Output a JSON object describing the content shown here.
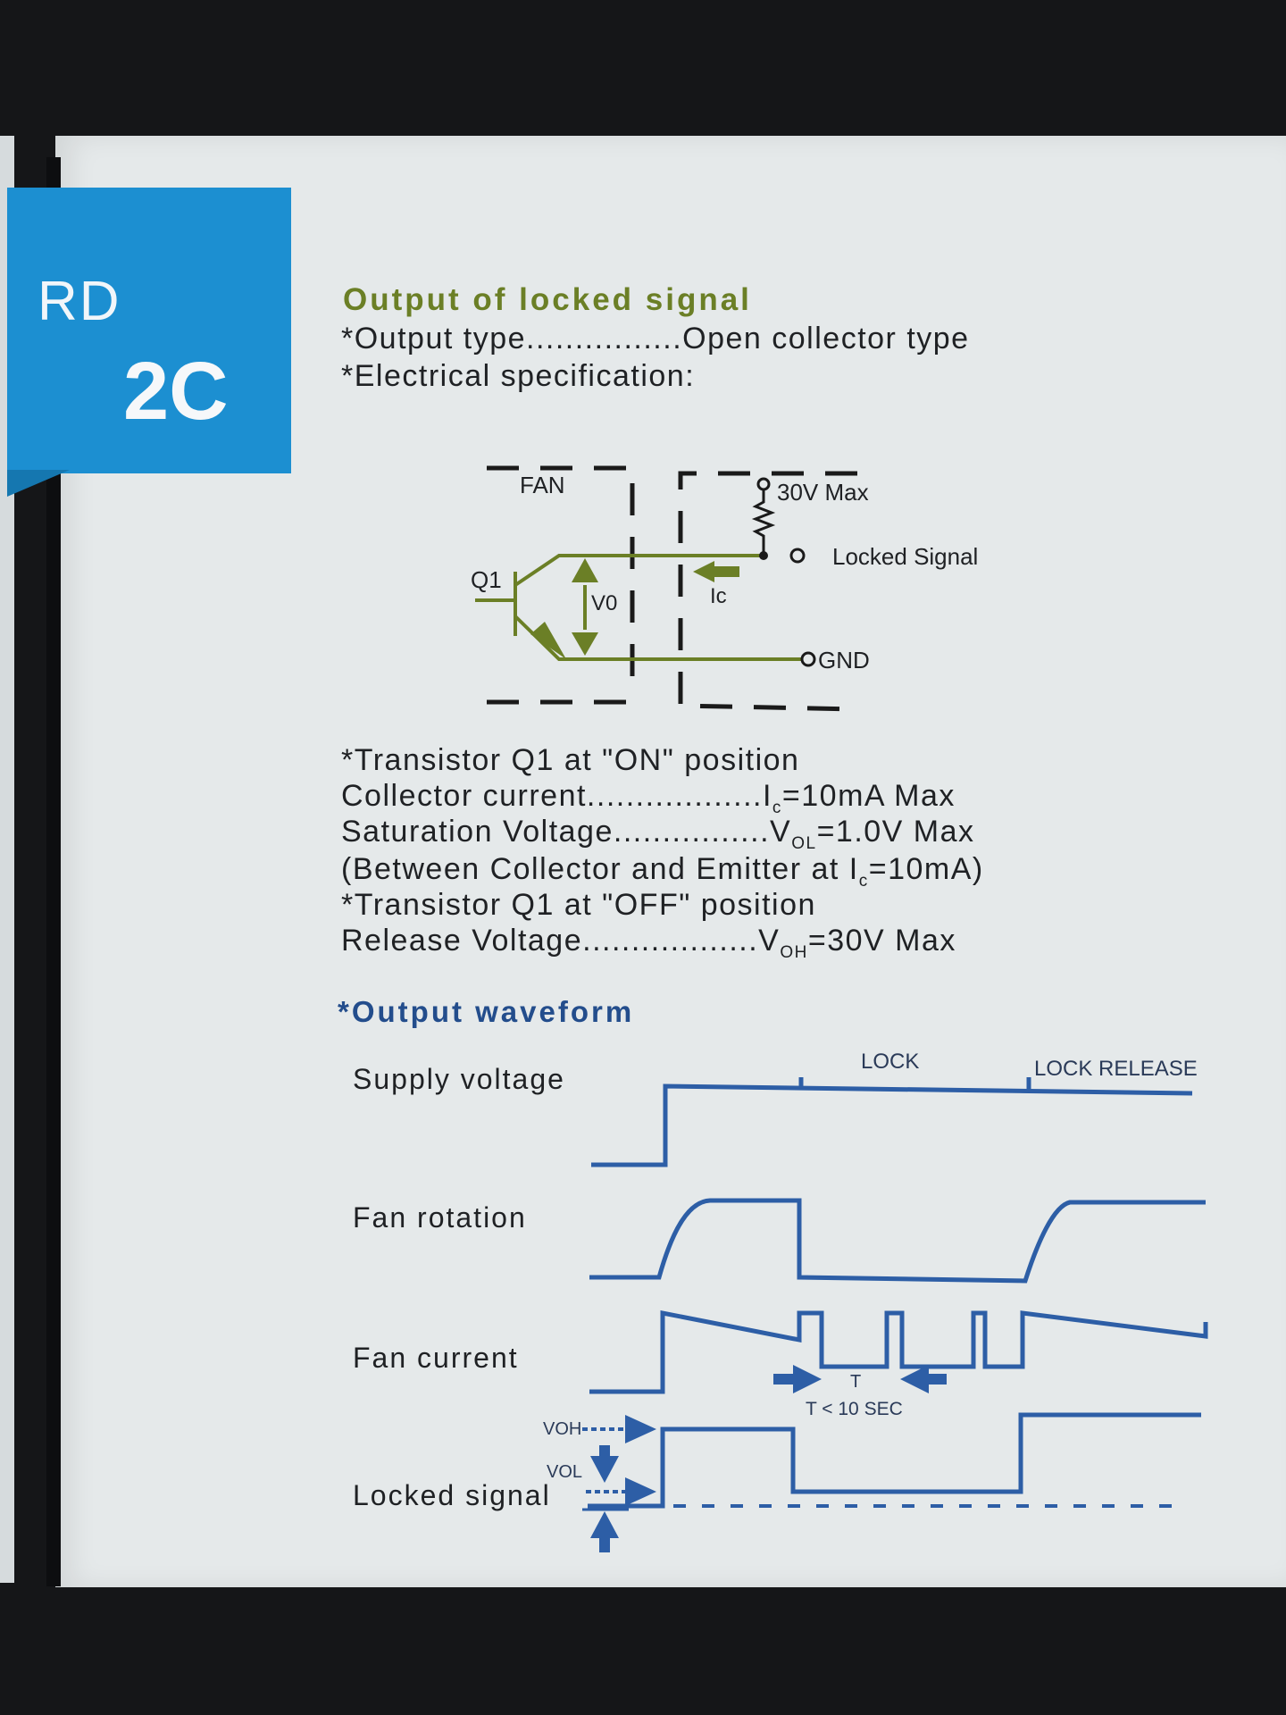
{
  "tab": {
    "code": "RD",
    "model": "2C"
  },
  "section": {
    "title": "Output of locked signal",
    "output_type": "*Output type................Open collector type",
    "electrical_spec": "*Electrical specification:"
  },
  "circuit": {
    "fan_label": "FAN",
    "supply_label": "30V Max",
    "locked_signal_label": "Locked Signal",
    "gnd_label": "GND",
    "transistor_label": "Q1",
    "vo_label": "V0",
    "ic_label": "Ic"
  },
  "specs": {
    "on_heading": "*Transistor Q1 at \"ON\" position",
    "collector_current_text": " Collector current..................I",
    "collector_current_sub": "c",
    "collector_current_value": "=10mA Max",
    "saturation_text": " Saturation Voltage................V",
    "saturation_sub": "OL",
    "saturation_value": "=1.0V Max",
    "between_text": "(Between Collector and Emitter at I",
    "between_sub": "c",
    "between_value": "=10mA)",
    "off_heading": "*Transistor Q1 at \"OFF\" position",
    "release_text": " Release Voltage..................V",
    "release_sub": "OH",
    "release_value": "=30V Max"
  },
  "waveform": {
    "title": "*Output waveform",
    "rows": {
      "supply": "Supply voltage",
      "rotation": "Fan rotation",
      "current": "Fan current",
      "locked": "Locked signal"
    },
    "lock_label": "LOCK",
    "lock_release_label": "LOCK RELEASE",
    "t_label": "T",
    "t_note": "T < 10 SEC",
    "voh_label": "VOH",
    "vol_label": "VOL"
  },
  "colors": {
    "tab_blue": "#1c8fd1",
    "circuit_green": "#6b7f26",
    "wave_blue": "#2d5ea6",
    "title_blue": "#234d8c"
  }
}
